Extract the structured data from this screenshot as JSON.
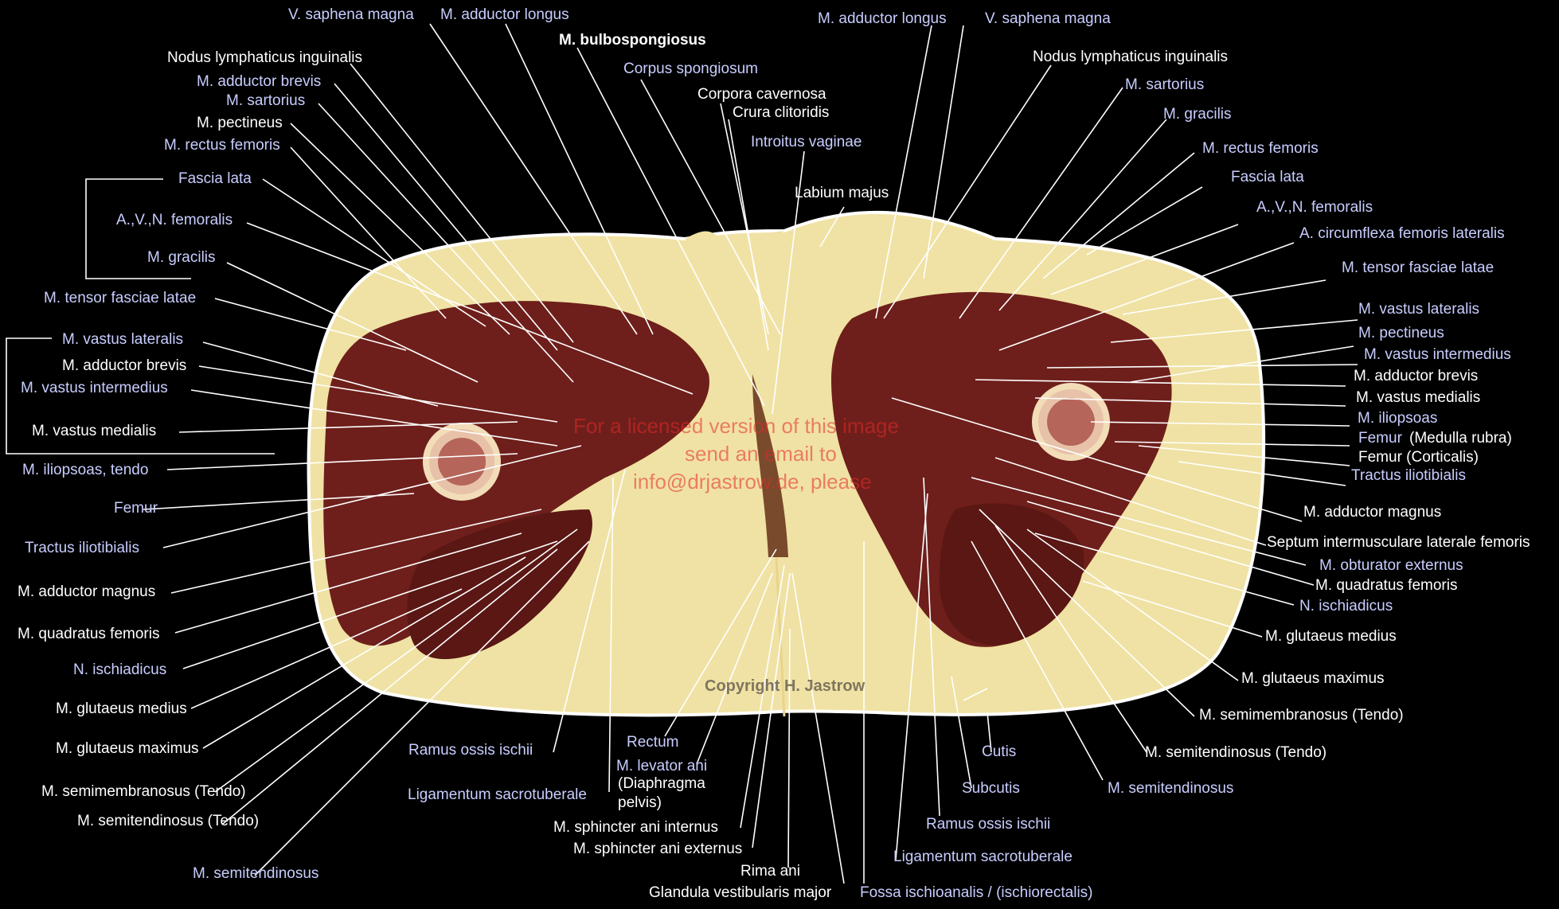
{
  "colors": {
    "background": "#000000",
    "white_label": "#ffffff",
    "blue_label": "#c8cdff",
    "skin": "#f0e2a4",
    "muscle": "#6e1f1b",
    "watermark": "#e62828"
  },
  "labels": {
    "l_saphena_magna": "V. saphena magna",
    "l_adductor_longus": "M. adductor longus",
    "bulbospongiosus": "M. bulbospongiosus",
    "corpus_spongiosum": "Corpus spongiosum",
    "corpora_cavernosa": "Corpora cavernosa",
    "crura_clitoridis": "Crura clitoridis",
    "introitus_vaginae": "Introitus vaginae",
    "labium_majus": "Labium majus",
    "r_adductor_longus": "M. adductor longus",
    "r_saphena_magna": "V. saphena magna",
    "l_nodus": "Nodus lymphaticus inguinalis",
    "l_adductor_brevis_top": "M. adductor brevis",
    "l_sartorius": "M. sartorius",
    "l_pectineus": "M. pectineus",
    "l_rectus_femoris": "M. rectus femoris",
    "l_fascia_lata": "Fascia lata",
    "l_avn_femoralis": "A.,V.,N. femoralis",
    "l_gracilis": "M. gracilis",
    "l_tensor": "M. tensor fasciae latae",
    "l_vastus_lateralis": "M. vastus lateralis",
    "l_adductor_brevis": "M. adductor brevis",
    "l_vastus_intermedius": "M. vastus intermedius",
    "l_vastus_medialis": "M. vastus medialis",
    "l_iliopsoas_tendo": "M. iliopsoas, tendo",
    "l_femur": "Femur",
    "l_tractus": "Tractus iliotibialis",
    "l_adductor_magnus": "M. adductor magnus",
    "l_quadratus": "M. quadratus femoris",
    "l_ischiadicus": "N. ischiadicus",
    "l_glut_medius": "M. glutaeus medius",
    "l_glut_maximus": "M. glutaeus maximus",
    "l_semimembranosus": "M. semimembranosus (Tendo)",
    "l_semitendinosus_tendo": "M. semitendinosus (Tendo)",
    "l_semitendinosus": "M. semitendinosus",
    "c_ramus": "Ramus ossis ischii",
    "c_lig_sacro": "Ligamentum sacrotuberale",
    "rectum": "Rectum",
    "levator_ani": "M. levator ani",
    "diaphragma_1": "(Diaphragma",
    "diaphragma_2": "pelvis)",
    "sphincter_internus": "M. sphincter ani internus",
    "sphincter_externus": "M. sphincter ani externus",
    "rima_ani": "Rima ani",
    "glandula": "Glandula vestibularis major",
    "fossa": "Fossa ischioanalis / (ischiorectalis)",
    "cr_lig_sacro": "Ligamentum sacrotuberale",
    "cr_ramus": "Ramus ossis ischii",
    "subcutis": "Subcutis",
    "cutis": "Cutis",
    "r_nodus": "Nodus lymphaticus inguinalis",
    "r_sartorius": "M. sartorius",
    "r_gracilis": "M. gracilis",
    "r_rectus_femoris": "M. rectus femoris",
    "r_fascia_lata": "Fascia lata",
    "r_avn_femoralis": "A.,V.,N. femoralis",
    "r_circumflexa": "A. circumflexa femoris lateralis",
    "r_tensor": "M. tensor fasciae latae",
    "r_vastus_lateralis": "M. vastus lateralis",
    "r_pectineus": "M. pectineus",
    "r_vastus_intermedius": "M. vastus intermedius",
    "r_adductor_brevis": "M. adductor brevis",
    "r_vastus_medialis": "M. vastus medialis",
    "r_iliopsoas": "M. iliopsoas",
    "r_femur": "Femur",
    "r_femur_medulla": "(Medulla rubra)",
    "r_femur_corticalis": "Femur (Corticalis)",
    "r_tractus": "Tractus iliotibialis",
    "r_adductor_magnus": "M. adductor magnus",
    "r_septum": "Septum intermusculare laterale femoris",
    "r_obturator": "M. obturator externus",
    "r_quadratus": "M. quadratus femoris",
    "r_ischiadicus": "N. ischiadicus",
    "r_glut_medius": "M. glutaeus medius",
    "r_glut_maximus": "M. glutaeus maximus",
    "r_semimembranosus": "M. semimembranosus (Tendo)",
    "r_semitendinosus_tendo": "M. semitendinosus (Tendo)",
    "r_semitendinosus": "M. semitendinosus"
  },
  "watermark": {
    "line1": "For a licensed version of this image",
    "line2": "send an email to",
    "line3": "info@drjastrow.de, please"
  },
  "copyright": "Copyright H. Jastrow"
}
